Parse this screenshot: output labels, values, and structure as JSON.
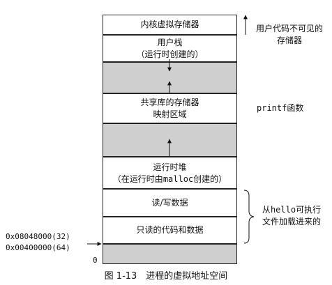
{
  "segments": {
    "kernel": {
      "line1": "内核虚拟存储器"
    },
    "user_stack": {
      "line1": "用户栈",
      "line2": "（运行时创建的）"
    },
    "shared_libs": {
      "line1": "共享库的存储器",
      "line2": "映射区域"
    },
    "heap": {
      "line1": "运行时堆",
      "line2_pre": "（在运行时由",
      "line2_code": "malloc",
      "line2_post": "创建的）"
    },
    "rw_data": {
      "line1": "读/写数据"
    },
    "ro_code": {
      "line1": "只读的代码和数据"
    }
  },
  "labels": {
    "kernel_note_line1": "用户代码不可见的",
    "kernel_note_line2": "存储器",
    "printf_code": "printf",
    "printf_text": "函数",
    "hello_pre": "从",
    "hello_code": "hello",
    "hello_post": "可执行",
    "hello_line2": "文件加载进来的"
  },
  "addresses": {
    "addr32": "0x08048000(32)",
    "addr64": "0x00400000(64)",
    "zero": "0"
  },
  "caption": "图 1-13　进程的虚拟地址空间",
  "colors": {
    "gap_fill": "#cfcfcf",
    "border": "#222222"
  }
}
